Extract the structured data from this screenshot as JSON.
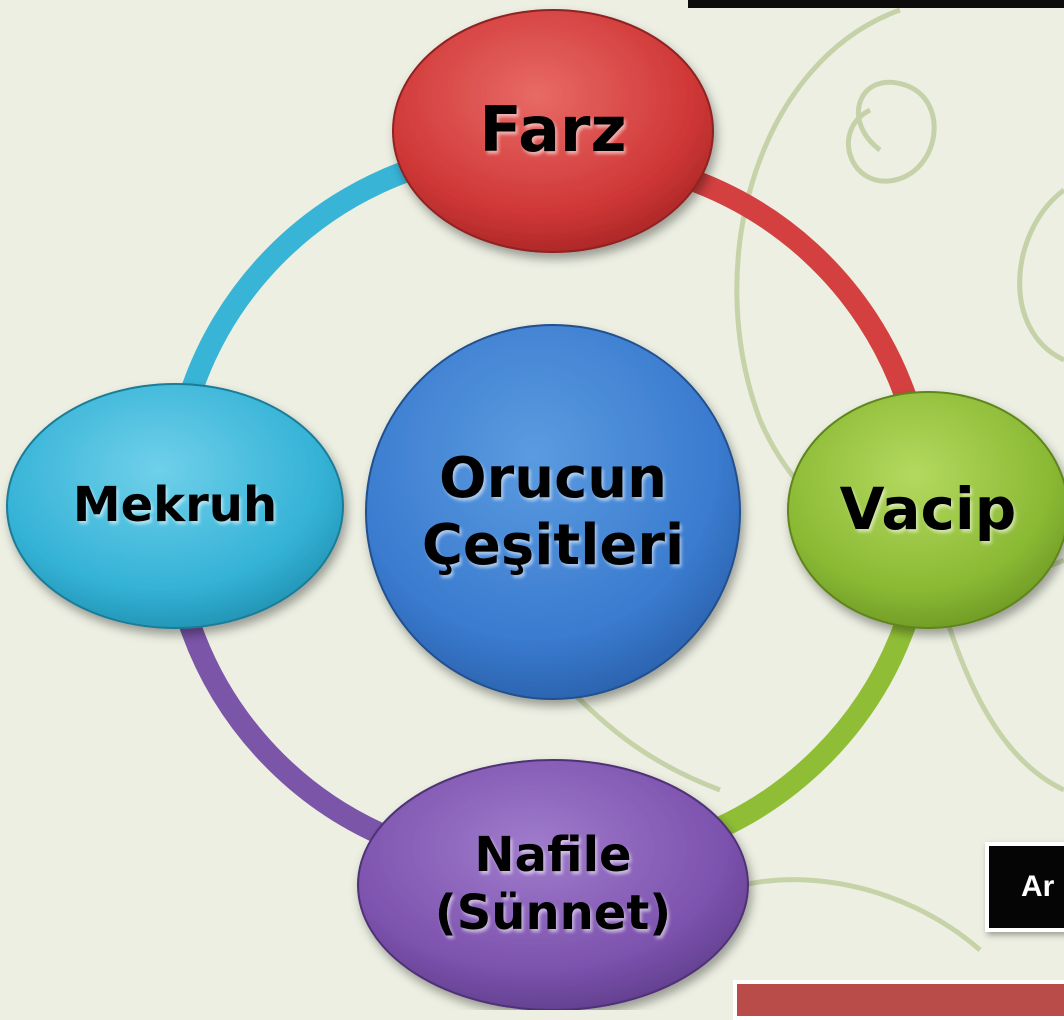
{
  "diagram": {
    "center": {
      "lines": [
        "Orucun",
        "Çeşitleri"
      ],
      "color": "#3b7fd0"
    },
    "nodes": [
      {
        "id": "farz",
        "lines": [
          "Farz"
        ],
        "color": "#cf3b3b"
      },
      {
        "id": "vacip",
        "lines": [
          "Vacip"
        ],
        "color": "#8dbc35"
      },
      {
        "id": "nafile",
        "lines": [
          "Nafile",
          "(Sünnet)"
        ],
        "color": "#7e55b0"
      },
      {
        "id": "mekruh",
        "lines": [
          "Mekruh"
        ],
        "color": "#36b6d9"
      }
    ],
    "arcs": [
      {
        "from": "farz",
        "to": "vacip",
        "color": "#d2403f"
      },
      {
        "from": "vacip",
        "to": "nafile",
        "color": "#8fbe36"
      },
      {
        "from": "nafile",
        "to": "mekruh",
        "color": "#7b55a8"
      },
      {
        "from": "mekruh",
        "to": "farz",
        "color": "#38b4d6"
      }
    ]
  },
  "side_labels": {
    "black_box": "Ar",
    "red_box": ""
  }
}
